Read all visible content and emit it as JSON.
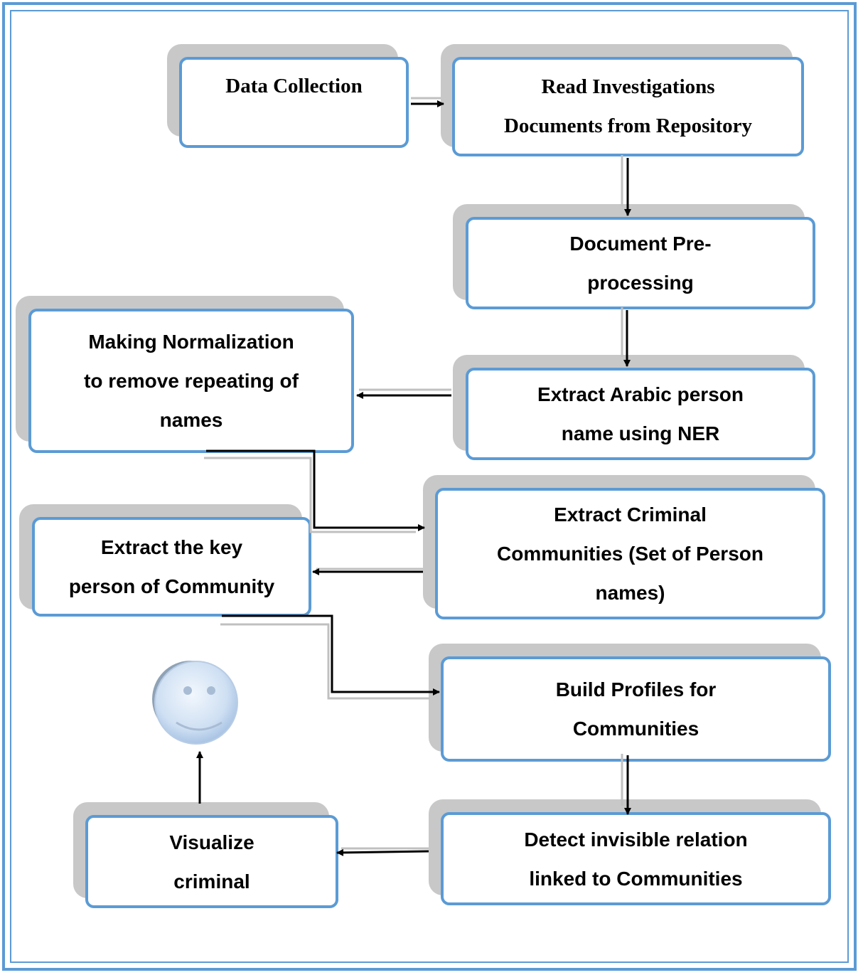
{
  "nodes": {
    "data_collection": "Data Collection",
    "read_documents": "Read Investigations\nDocuments from Repository",
    "preprocessing": "Document Pre-\nprocessing",
    "normalization": "Making Normalization\nto remove repeating of\nnames",
    "extract_names": "Extract Arabic person\nname using NER",
    "extract_communities": "Extract Criminal\nCommunities (Set of Person\nnames)",
    "key_person": "Extract the key\nperson of Community",
    "build_profiles": "Build Profiles for\nCommunities",
    "detect_relation": "Detect invisible relation\nlinked to Communities",
    "visualize": "Visualize\ncriminal"
  },
  "icons": {
    "result": "smiley-face-icon"
  },
  "colors": {
    "border": "#5b9bd5",
    "shadow": "#c8c8c8",
    "arrow": "#000000"
  }
}
